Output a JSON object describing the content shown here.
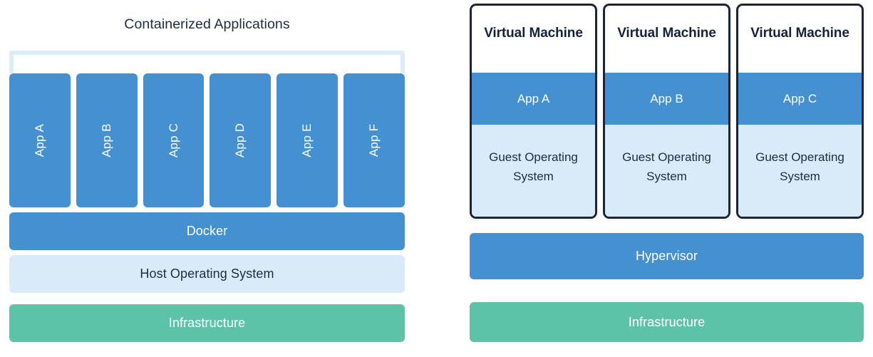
{
  "diagram": {
    "left": {
      "title": "Containerized Applications",
      "bracket_color": "#dcecfa",
      "apps": [
        {
          "label": "App A"
        },
        {
          "label": "App B"
        },
        {
          "label": "App C"
        },
        {
          "label": "App D"
        },
        {
          "label": "App E"
        },
        {
          "label": "App F"
        }
      ],
      "layers": [
        {
          "label": "Docker",
          "color": "#4590d0"
        },
        {
          "label": "Host Operating System",
          "color": "#d9eaf9"
        },
        {
          "label": "Infrastructure",
          "color": "#5cc3a8"
        }
      ],
      "docker_label": "Docker",
      "host_os_label": "Host Operating System",
      "infrastructure_label": "Infrastructure"
    },
    "right": {
      "vms": [
        {
          "title": "Virtual Machine",
          "app": "App A",
          "guest_os": "Guest Operating System"
        },
        {
          "title": "Virtual Machine",
          "app": "App B",
          "guest_os": "Guest Operating System"
        },
        {
          "title": "Virtual Machine",
          "app": "App C",
          "guest_os": "Guest Operating System"
        }
      ],
      "hypervisor_label": "Hypervisor",
      "infrastructure_label": "Infrastructure"
    },
    "colors": {
      "blue": "#4590d0",
      "light_blue": "#d9eaf9",
      "green": "#5cc3a8",
      "navy_border": "#1b2539",
      "text_dark": "#1d2b3e",
      "text_light": "#ffffff"
    }
  }
}
